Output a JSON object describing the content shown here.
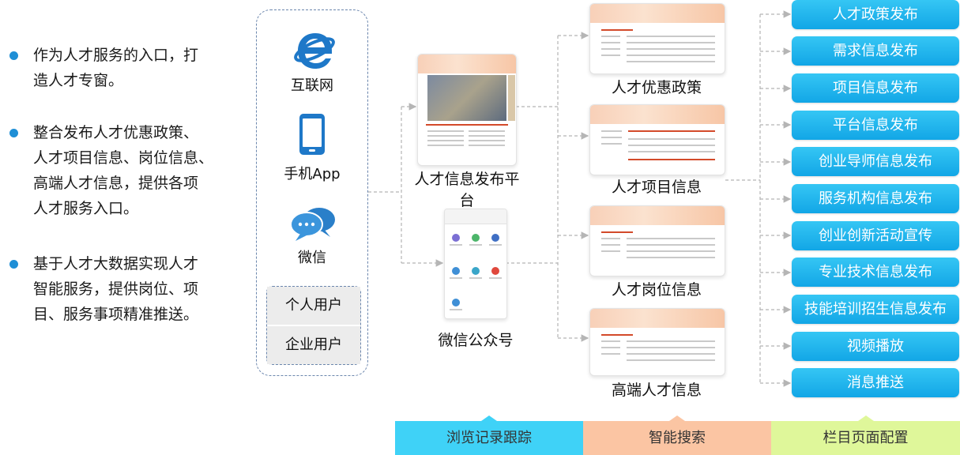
{
  "bullets": [
    "作为人才服务的入口，打\n造人才专窗。",
    "整合发布人才优惠政策、\n人才项目信息、岗位信息、\n高端人才信息，提供各项\n人才服务入口。",
    "基于人才大数据实现人才\n智能服务，提供岗位、项\n目、服务事项精准推送。"
  ],
  "channels": {
    "internet": "互联网",
    "app": "手机App",
    "wechat": "微信",
    "personal_user": "个人用户",
    "enterprise_user": "企业用户"
  },
  "platforms": {
    "web_platform": "人才信息发布平台",
    "wechat_account": "微信公众号"
  },
  "pages": {
    "policy": "人才优惠政策",
    "project": "人才项目信息",
    "job": "人才岗位信息",
    "senior": "高端人才信息"
  },
  "functions": [
    "人才政策发布",
    "需求信息发布",
    "项目信息发布",
    "平台信息发布",
    "创业导师信息发布",
    "服务机构信息发布",
    "创业创新活动宣传",
    "专业技术信息发布",
    "技能培训招生信息发布",
    "视频播放",
    "消息推送"
  ],
  "bottom_bar": {
    "browse": "浏览记录跟踪",
    "search": "智能搜索",
    "config": "栏目页面配置"
  },
  "colors": {
    "accent_blue": "#1f8fd6",
    "button_blue": "#12a6e6",
    "bar_cyan": "#3fd2f7",
    "bar_peach": "#fbc5a3",
    "bar_lime": "#dff79a"
  }
}
